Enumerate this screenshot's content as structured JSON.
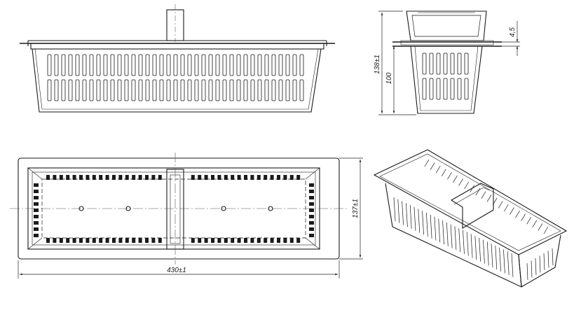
{
  "title": "",
  "dimensions": {
    "overall_height": "138±1",
    "inner_height": "100",
    "flange_thickness": "4,5",
    "width": "137±1",
    "length": "430±1"
  },
  "colors": {
    "line": "#1a1a1a",
    "thin_line": "#333333",
    "centerline": "#555555",
    "background": "#ffffff"
  }
}
